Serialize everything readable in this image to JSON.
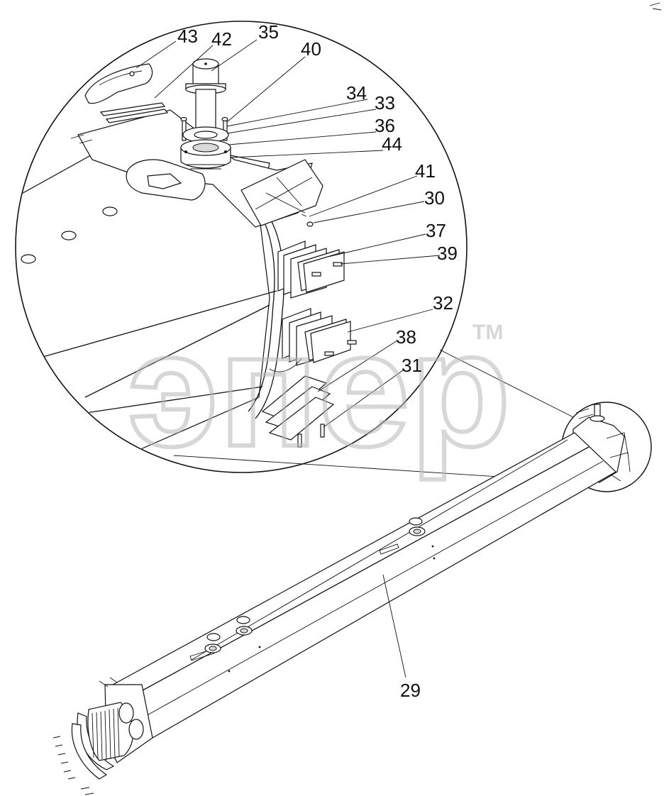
{
  "watermark": {
    "text": "эпер",
    "trademark": "TM",
    "color": "#b8b8b8"
  },
  "callouts": [
    "43",
    "42",
    "35",
    "40",
    "34",
    "33",
    "36",
    "44",
    "41",
    "30",
    "37",
    "39",
    "32",
    "38",
    "31",
    "29"
  ],
  "corner_mark": {
    "icon": "pencil-mark-icon"
  }
}
